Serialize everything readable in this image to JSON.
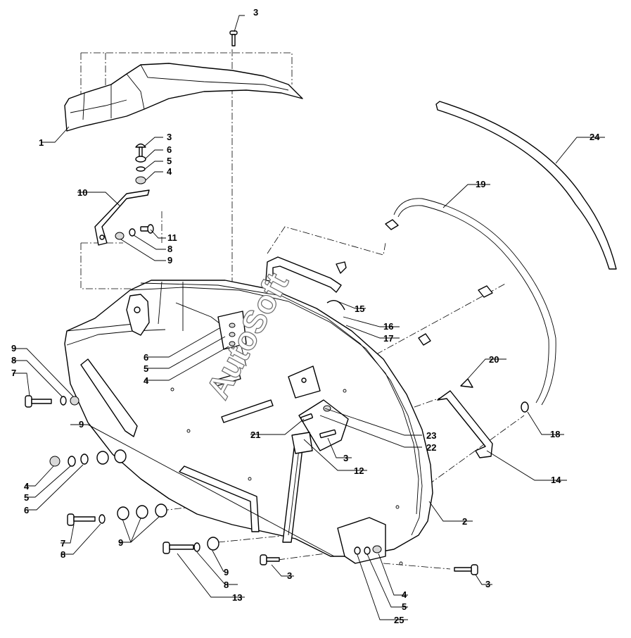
{
  "watermark": "AutoSoft",
  "callouts": [
    {
      "id": "c3a",
      "label": "3"
    },
    {
      "id": "c1",
      "label": "1"
    },
    {
      "id": "c3b",
      "label": "3"
    },
    {
      "id": "c6a",
      "label": "6"
    },
    {
      "id": "c5a",
      "label": "5"
    },
    {
      "id": "c4a",
      "label": "4"
    },
    {
      "id": "c10",
      "label": "10"
    },
    {
      "id": "c11",
      "label": "11"
    },
    {
      "id": "c8a",
      "label": "8"
    },
    {
      "id": "c9a",
      "label": "9"
    },
    {
      "id": "c24",
      "label": "24"
    },
    {
      "id": "c19",
      "label": "19"
    },
    {
      "id": "c15",
      "label": "15"
    },
    {
      "id": "c16",
      "label": "16"
    },
    {
      "id": "c17",
      "label": "17"
    },
    {
      "id": "c6b",
      "label": "6"
    },
    {
      "id": "c5b",
      "label": "5"
    },
    {
      "id": "c4b",
      "label": "4"
    },
    {
      "id": "c9b",
      "label": "9"
    },
    {
      "id": "c8b",
      "label": "8"
    },
    {
      "id": "c7a",
      "label": "7"
    },
    {
      "id": "c9c",
      "label": "9"
    },
    {
      "id": "c20",
      "label": "20"
    },
    {
      "id": "c18",
      "label": "18"
    },
    {
      "id": "c21",
      "label": "21"
    },
    {
      "id": "c23",
      "label": "23"
    },
    {
      "id": "c22",
      "label": "22"
    },
    {
      "id": "c3c",
      "label": "3"
    },
    {
      "id": "c12",
      "label": "12"
    },
    {
      "id": "c14",
      "label": "14"
    },
    {
      "id": "c4c",
      "label": "4"
    },
    {
      "id": "c5c",
      "label": "5"
    },
    {
      "id": "c6c",
      "label": "6"
    },
    {
      "id": "c2",
      "label": "2"
    },
    {
      "id": "c7b",
      "label": "7"
    },
    {
      "id": "c8c",
      "label": "8"
    },
    {
      "id": "c9d",
      "label": "9"
    },
    {
      "id": "c9e",
      "label": "9"
    },
    {
      "id": "c8d",
      "label": "8"
    },
    {
      "id": "c13",
      "label": "13"
    },
    {
      "id": "c3d",
      "label": "3"
    },
    {
      "id": "c4d",
      "label": "4"
    },
    {
      "id": "c5d",
      "label": "5"
    },
    {
      "id": "c25",
      "label": "25"
    },
    {
      "id": "c3e",
      "label": "3"
    }
  ]
}
